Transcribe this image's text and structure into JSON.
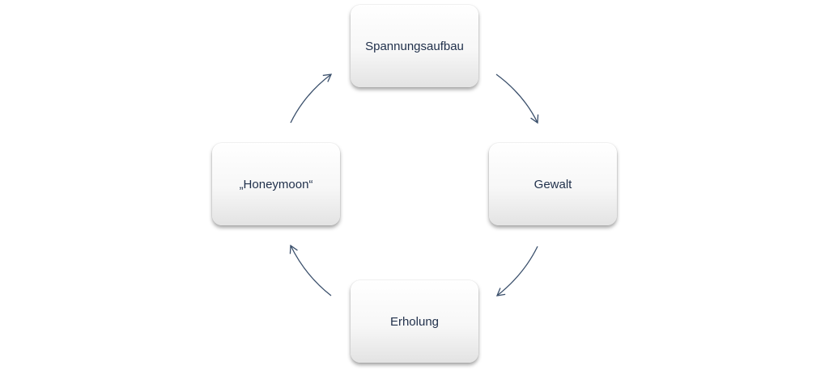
{
  "diagram": {
    "nodes": {
      "top": "Spannungsaufbau",
      "right": "Gewalt",
      "bottom": "Erholung",
      "left": "„Honeymoon“"
    },
    "arrow_color": "#3a4f6b",
    "text_color": "#1f2f4a"
  }
}
